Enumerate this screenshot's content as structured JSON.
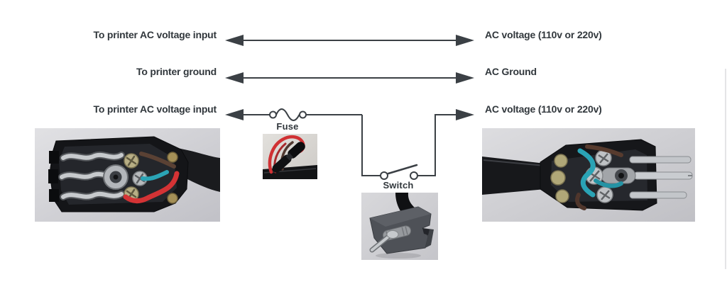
{
  "page": {
    "background": "#ffffff"
  },
  "diagram": {
    "line_color": "#3b4045",
    "text_color": "#31373c",
    "rows": [
      {
        "left_label": "To printer AC voltage input",
        "right_label": "AC voltage (110v or 220v)"
      },
      {
        "left_label": "To printer ground",
        "right_label": "AC Ground"
      },
      {
        "left_label": "To printer AC voltage input",
        "right_label": "AC voltage (110v or 220v)"
      }
    ],
    "fuse_label": "Fuse",
    "switch_label": "Switch"
  },
  "photos": {
    "left_connector_icon": "opened-ac-inlet-connector-photo",
    "fuse_icon": "inline-fuse-holder-photo",
    "switch_icon": "toggle-switch-photo",
    "right_plug_icon": "opened-ac-plug-photo",
    "wire_colors": {
      "red": "#d43335",
      "blue": "#2aa3b5",
      "brown": "#5a4134"
    }
  }
}
